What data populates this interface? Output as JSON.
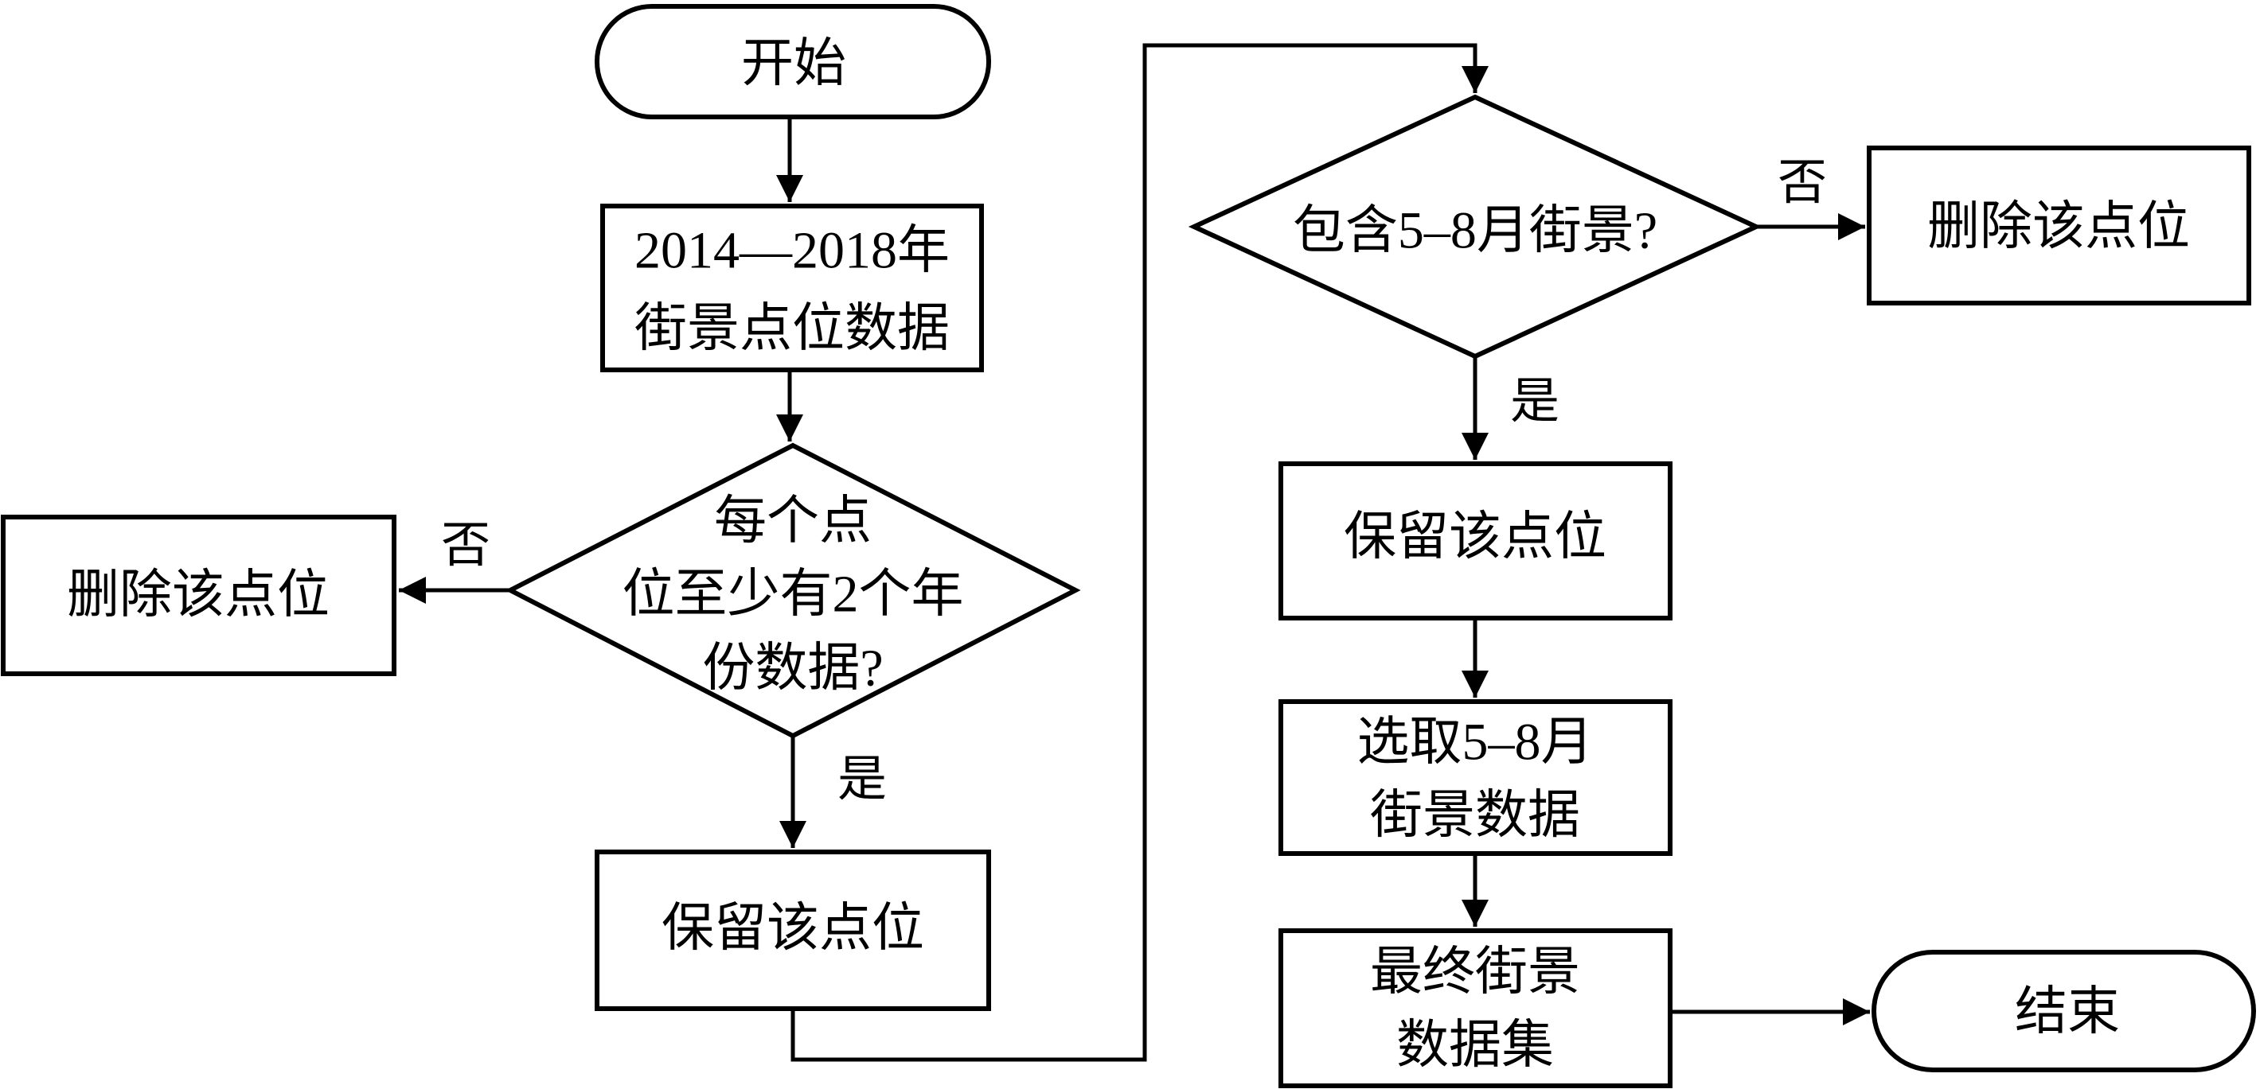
{
  "colors": {
    "stroke": "#000000",
    "background": "#ffffff",
    "text": "#000000"
  },
  "nodes": {
    "start": {
      "label": "开始"
    },
    "source_data": {
      "lines": [
        "2014—2018年",
        "街景点位数据"
      ]
    },
    "decision_min_years": {
      "lines": [
        "每个点",
        "位至少有2个年",
        "份数据?"
      ]
    },
    "delete_point_left": {
      "label": "删除该点位"
    },
    "keep_point_left": {
      "label": "保留该点位"
    },
    "decision_months": {
      "label": "包含5–8月街景?"
    },
    "delete_point_right": {
      "label": "删除该点位"
    },
    "keep_point_right": {
      "label": "保留该点位"
    },
    "select_months_data": {
      "lines": [
        "选取5–8月",
        "街景数据"
      ]
    },
    "final_dataset": {
      "lines": [
        "最终街景",
        "数据集"
      ]
    },
    "end": {
      "label": "结束"
    }
  },
  "edge_labels": {
    "decision_min_years_no": "否",
    "decision_min_years_yes": "是",
    "decision_months_no": "否",
    "decision_months_yes": "是"
  }
}
